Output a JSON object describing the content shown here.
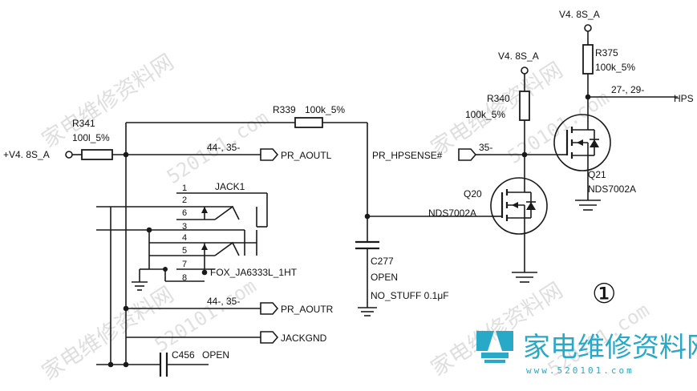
{
  "watermark_text": "家电维修资料网",
  "watermark_url": "520101.com",
  "logo": {
    "cn": "家电维修资料网",
    "url": "www.520101.com",
    "color": "#28a9c8"
  },
  "circled_number": "①",
  "nets": {
    "v48s_a_left": "+V4. 8S_A",
    "v48s_a_r340": "V4. 8S_A",
    "v48s_a_r375": "V4. 8S_A",
    "pr_aoutl": "PR_AOUTL",
    "pr_aoutl_ref": "44-, 35-",
    "pr_aoutr": "PR_AOUTR",
    "pr_aoutr_ref": "44-, 35-",
    "jackgnd": "JACKGND",
    "pr_hpsense": "PR_HPSENSE#",
    "pr_hpsense_ref": "35-",
    "hps": "HPS",
    "hps_ref": "27-, 29-"
  },
  "components": {
    "r341": {
      "ref": "R341",
      "value": "100l_5%"
    },
    "r339": {
      "ref": "R339",
      "value": "100k_5%"
    },
    "r340": {
      "ref": "R340",
      "value": "100k_5%"
    },
    "r375": {
      "ref": "R375",
      "value": "100k_5%"
    },
    "c277": {
      "ref": "C277",
      "value": "OPEN",
      "note": "NO_STUFF 0.1μF"
    },
    "c456": {
      "ref": "C456",
      "value": "OPEN"
    },
    "q20": {
      "ref": "Q20",
      "part": "NDS7002A"
    },
    "q21": {
      "ref": "Q21",
      "part": "NDS7002A"
    },
    "jack1": {
      "ref": "JACK1",
      "part": "FOX_JA6333L_1HT",
      "pins": [
        "1",
        "2",
        "6",
        "3",
        "4",
        "5",
        "7",
        "8"
      ]
    }
  }
}
